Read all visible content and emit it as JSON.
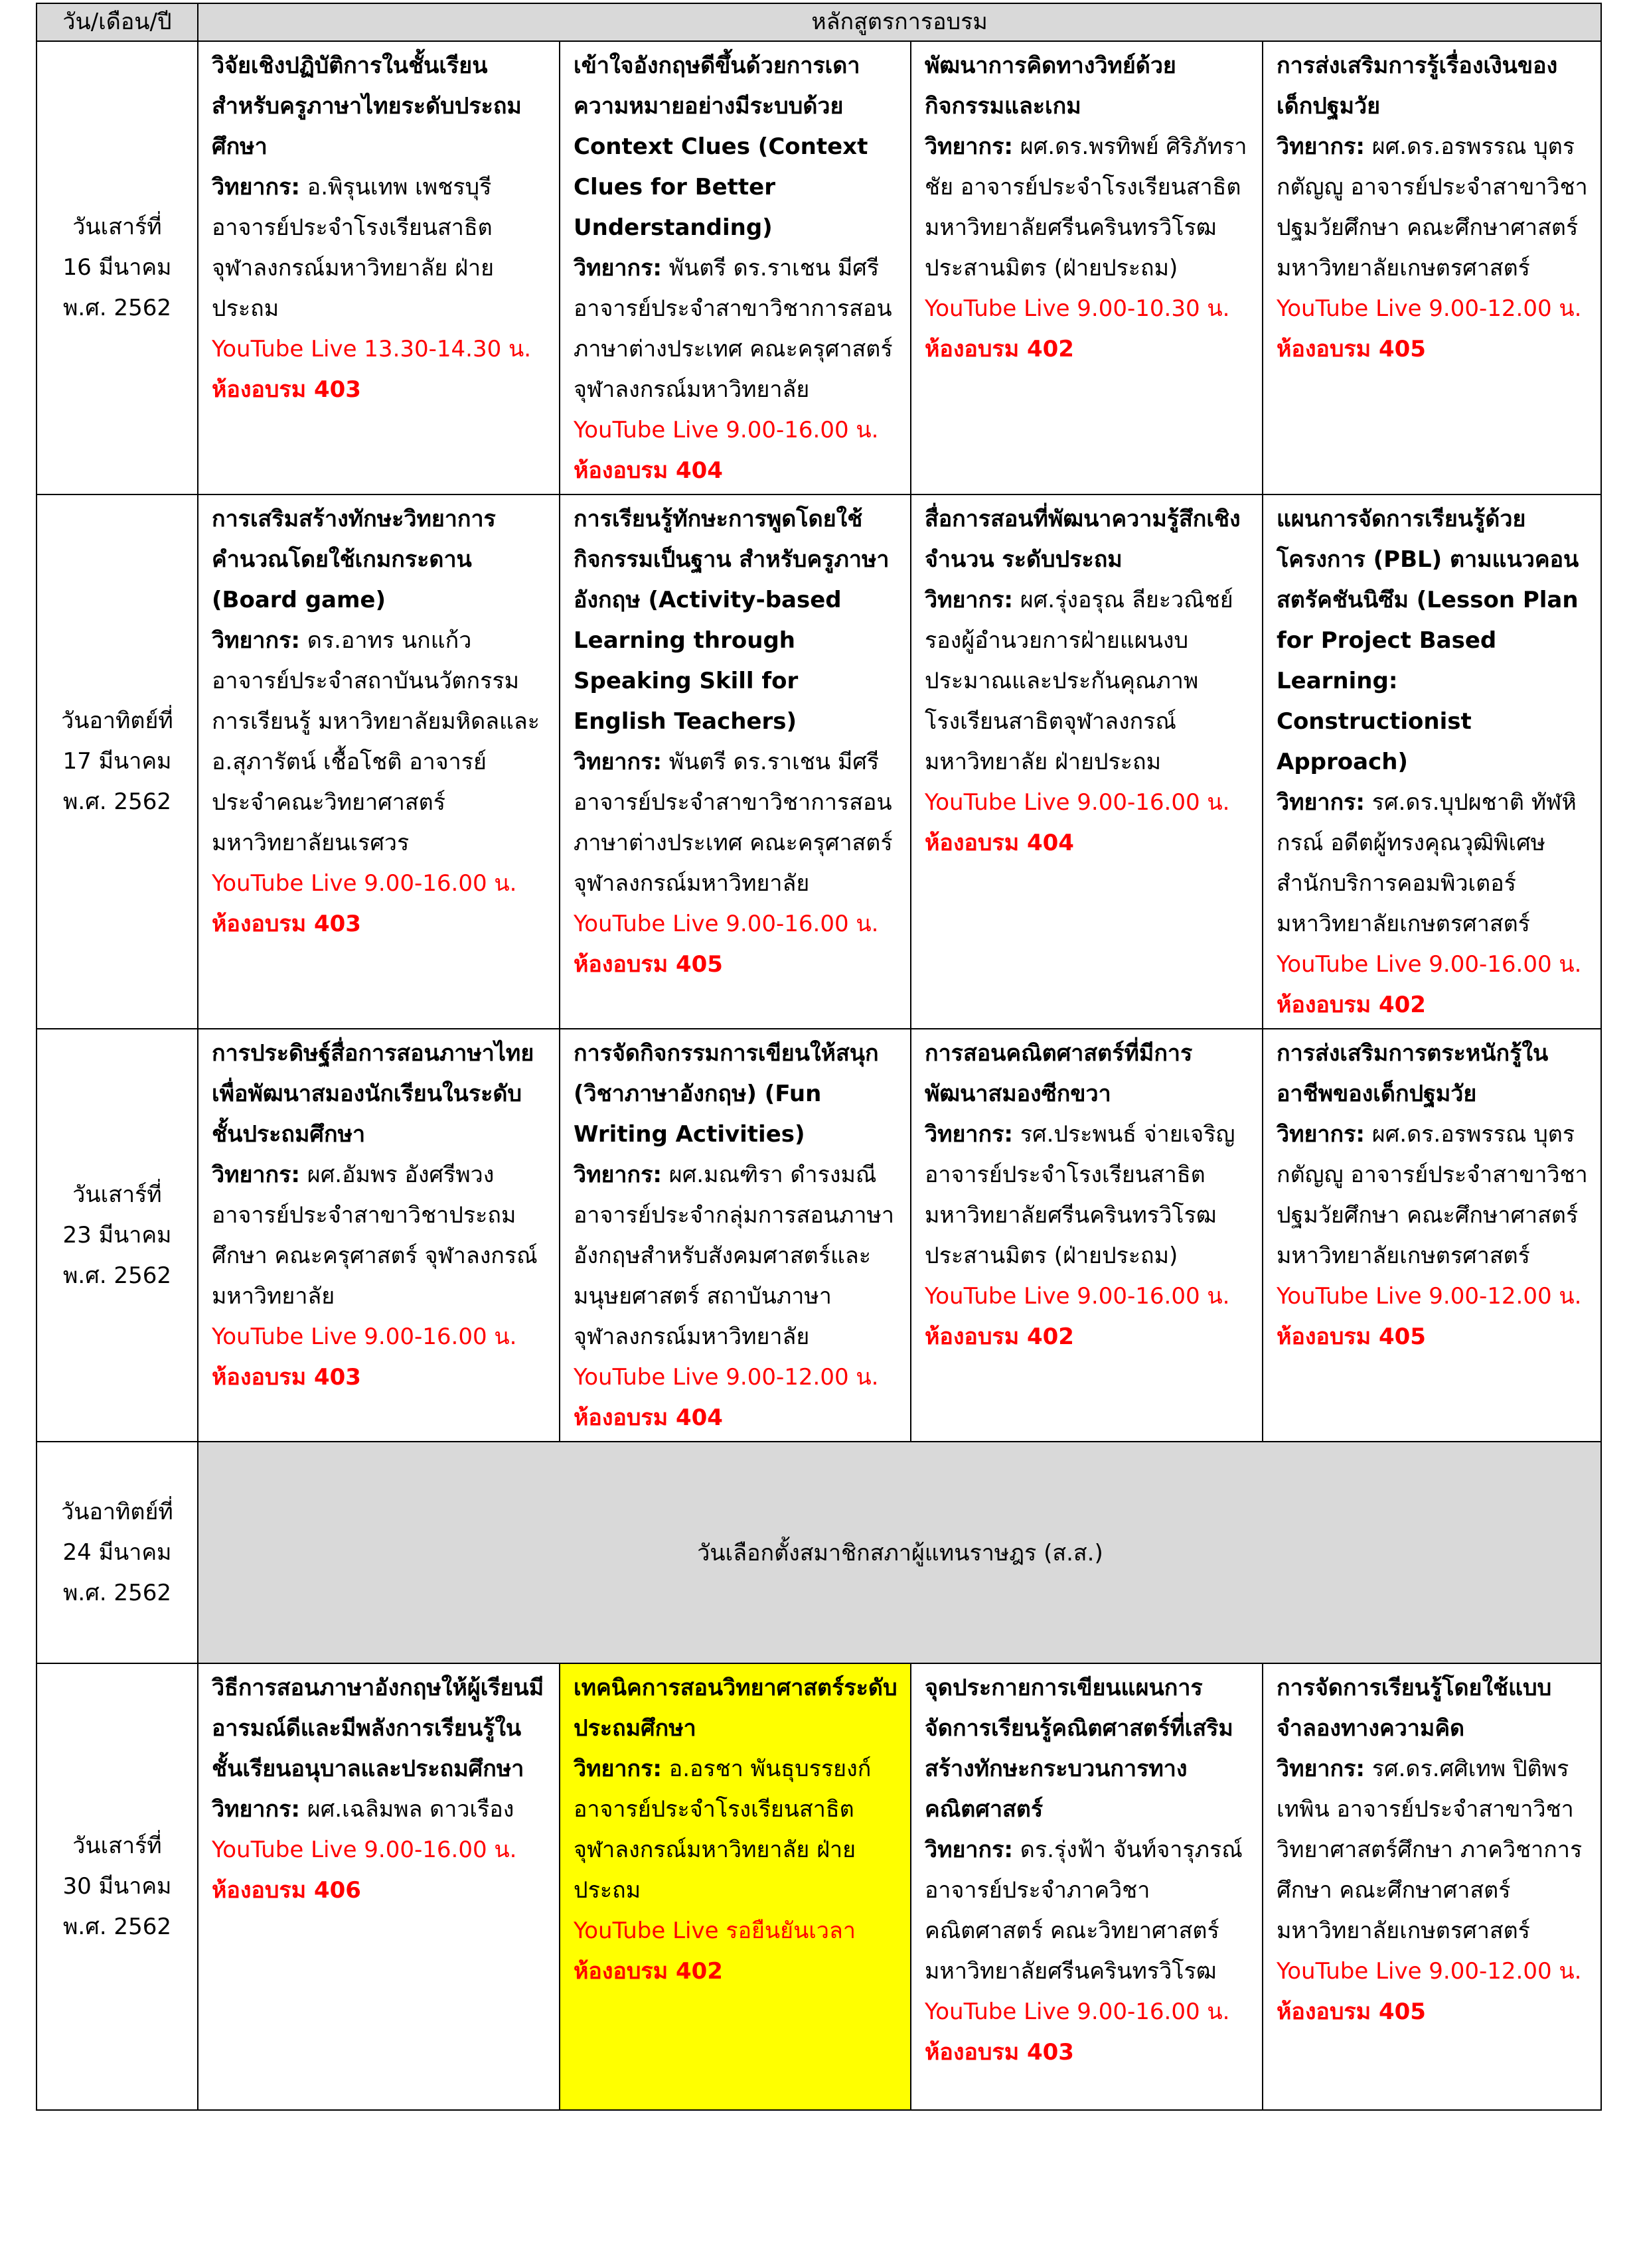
{
  "header": {
    "date_col": "วัน/เดือน/ปี",
    "course_col": "หลักสูตรการอบรม"
  },
  "speaker_label": "วิทยากร:",
  "rows": [
    {
      "date": [
        "วันเสาร์ที่",
        "16 มีนาคม",
        "พ.ศ. 2562"
      ],
      "cells": [
        {
          "title": "วิจัยเชิงปฏิบัติการในชั้นเรียนสำหรับครูภาษาไทยระดับประถมศึกษา",
          "speaker": " อ.พิรุนเทพ เพชรบุรี อาจารย์ประจำโรงเรียนสาธิตจุฬาลงกรณ์มหาวิทยาลัย ฝ่ายประถม",
          "live": "YouTube Live 13.30-14.30 น.",
          "room": "ห้องอบรม 403"
        },
        {
          "title": "เข้าใจอังกฤษดีขึ้นด้วยการเดาความหมายอย่างมีระบบด้วย Context Clues (Context Clues for Better Understanding)",
          "speaker": " พันตรี ดร.ราเชน มีศรี อาจารย์ประจำสาขาวิชาการสอนภาษาต่างประเทศ คณะครุศาสตร์ จุฬาลงกรณ์มหาวิทยาลัย",
          "live": "YouTube Live 9.00-16.00 น.",
          "room": "ห้องอบรม 404"
        },
        {
          "title": "พัฒนาการคิดทางวิทย์ด้วยกิจกรรมและเกม",
          "speaker": " ผศ.ดร.พรทิพย์ ศิริภัทราชัย อาจารย์ประจำโรงเรียนสาธิตมหาวิทยาลัยศรีนครินทรวิโรฒ ประสานมิตร (ฝ่ายประถม)",
          "live": "YouTube Live 9.00-10.30 น.",
          "room": "ห้องอบรม 402"
        },
        {
          "title": "การส่งเสริมการรู้เรื่องเงินของเด็กปฐมวัย",
          "speaker": " ผศ.ดร.อรพรรณ บุตรกตัญญู อาจารย์ประจำสาขาวิชาปฐมวัยศึกษา คณะศึกษาศาสตร์ มหาวิทยาลัยเกษตรศาสตร์",
          "live": "YouTube Live 9.00-12.00 น.",
          "room": "ห้องอบรม 405"
        }
      ]
    },
    {
      "date": [
        "วันอาทิตย์ที่",
        "17 มีนาคม",
        "พ.ศ. 2562"
      ],
      "cells": [
        {
          "title": "การเสริมสร้างทักษะวิทยาการคำนวณโดยใช้เกมกระดาน (Board game)",
          "speaker": " ดร.อาทร นกแก้ว อาจารย์ประจำสถาบันนวัตกรรมการเรียนรู้ มหาวิทยาลัยมหิดลและ อ.สุภารัตน์ เชื้อโชติ อาจารย์ประจำคณะวิทยาศาสตร์ มหาวิทยาลัยนเรศวร",
          "live": "YouTube Live 9.00-16.00 น.",
          "room": "ห้องอบรม 403"
        },
        {
          "title": "การเรียนรู้ทักษะการพูดโดยใช้กิจกรรมเป็นฐาน สำหรับครูภาษาอังกฤษ (Activity-based Learning through Speaking Skill for English Teachers)",
          "speaker": " พันตรี ดร.ราเชน มีศรี อาจารย์ประจำสาขาวิชาการสอนภาษาต่างประเทศ คณะครุศาสตร์ จุฬาลงกรณ์มหาวิทยาลัย",
          "live": "YouTube Live 9.00-16.00 น.",
          "room": "ห้องอบรม 405"
        },
        {
          "title": "สื่อการสอนที่พัฒนาความรู้สึกเชิงจำนวน ระดับประถม",
          "speaker": " ผศ.รุ่งอรุณ ลียะวณิชย์ รองผู้อำนวยการฝ่ายแผนงบประมาณและประกันคุณภาพ โรงเรียนสาธิตจุฬาลงกรณ์มหาวิทยาลัย ฝ่ายประถม",
          "live": "YouTube Live 9.00-16.00 น.",
          "room": "ห้องอบรม 404"
        },
        {
          "title": "แผนการจัดการเรียนรู้ด้วยโครงการ (PBL) ตามแนวคอนสตรัคชันนิซึม (Lesson Plan for Project Based Learning: Constructionist Approach)",
          "speaker": " รศ.ดร.บุปผชาติ ทัฬหิกรณ์ อดีตผู้ทรงคุณวุฒิพิเศษ สำนักบริการคอมพิวเตอร์ มหาวิทยาลัยเกษตรศาสตร์",
          "live": "YouTube Live 9.00-16.00 น.",
          "room": "ห้องอบรม 402"
        }
      ]
    },
    {
      "date": [
        "วันเสาร์ที่",
        "23 มีนาคม",
        "พ.ศ. 2562"
      ],
      "cells": [
        {
          "title": "การประดิษฐ์สื่อการสอนภาษาไทยเพื่อพัฒนาสมองนักเรียนในระดับชั้นประถมศึกษา",
          "speaker": " ผศ.อัมพร อังศรีพวง อาจารย์ประจำสาขาวิชาประถมศึกษา คณะครุศาสตร์ จุฬาลงกรณ์มหาวิทยาลัย",
          "live": "YouTube Live 9.00-16.00 น.",
          "room": "ห้องอบรม 403"
        },
        {
          "title": "การจัดกิจกรรมการเขียนให้สนุก (วิชาภาษาอังกฤษ) (Fun Writing Activities)",
          "speaker": " ผศ.มณฑิรา ดำรงมณี อาจารย์ประจำกลุ่มการสอนภาษาอังกฤษสำหรับสังคมศาสตร์และมนุษยศาสตร์ สถาบันภาษา จุฬาลงกรณ์มหาวิทยาลัย",
          "live": "YouTube Live 9.00-12.00 น.",
          "room": "ห้องอบรม 404"
        },
        {
          "title": "การสอนคณิตศาสตร์ที่มีการพัฒนาสมองซีกขวา",
          "speaker": " รศ.ประพนธ์ จ่ายเจริญ อาจารย์ประจำโรงเรียนสาธิตมหาวิทยาลัยศรีนครินทรวิโรฒ ประสานมิตร (ฝ่ายประถม)",
          "live": "YouTube Live 9.00-16.00 น.",
          "room": "ห้องอบรม 402"
        },
        {
          "title": "การส่งเสริมการตระหนักรู้ในอาชีพของเด็กปฐมวัย",
          "speaker": " ผศ.ดร.อรพรรณ บุตรกตัญญู อาจารย์ประจำสาขาวิชาปฐมวัยศึกษา คณะศึกษาศาสตร์ มหาวิทยาลัยเกษตรศาสตร์",
          "live": "YouTube Live 9.00-12.00 น.",
          "room": "ห้องอบรม 405"
        }
      ]
    },
    {
      "date": [
        "วันอาทิตย์ที่",
        "24 มีนาคม",
        "พ.ศ. 2562"
      ],
      "holiday": "วันเลือกตั้งสมาชิกสภาผู้แทนราษฎร (ส.ส.)"
    },
    {
      "date": [
        "วันเสาร์ที่",
        "30 มีนาคม",
        "พ.ศ. 2562"
      ],
      "cells": [
        {
          "title": "วิธีการสอนภาษาอังกฤษให้ผู้เรียนมีอารมณ์ดีและมีพลังการเรียนรู้ในชั้นเรียนอนุบาลและประถมศึกษา",
          "speaker": " ผศ.เฉลิมพล ดาวเรือง",
          "live": "YouTube Live 9.00-16.00 น.",
          "room": "ห้องอบรม 406"
        },
        {
          "title": "เทคนิคการสอนวิทยาศาสตร์ระดับประถมศึกษา",
          "speaker": " อ.อรชา พันธุบรรยงก์ อาจารย์ประจำโรงเรียนสาธิตจุฬาลงกรณ์มหาวิทยาลัย ฝ่ายประถม",
          "live": "YouTube Live รอยืนยันเวลา",
          "room": "ห้องอบรม 402",
          "highlight": true
        },
        {
          "title": "จุดประกายการเขียนแผนการจัดการเรียนรู้คณิตศาสตร์ที่เสริมสร้างทักษะกระบวนการทางคณิตศาสตร์",
          "speaker": " ดร.รุ่งฟ้า จันท์จารุภรณ์ อาจารย์ประจำภาควิชาคณิตศาสตร์ คณะวิทยาศาสตร์ มหาวิทยาลัยศรีนครินทรวิโรฒ",
          "live": "YouTube Live 9.00-16.00 น.",
          "room": "ห้องอบรม 403"
        },
        {
          "title": "การจัดการเรียนรู้โดยใช้แบบจำลองทางความคิด",
          "speaker": " รศ.ดร.ศศิเทพ ปิติพรเทพิน อาจารย์ประจำสาขาวิชาวิทยาศาสตร์ศึกษา ภาควิชาการศึกษา คณะศึกษาศาสตร์ มหาวิทยาลัยเกษตรศาสตร์",
          "live": "YouTube Live 9.00-12.00 น.",
          "room": "ห้องอบรม 405"
        }
      ]
    }
  ]
}
